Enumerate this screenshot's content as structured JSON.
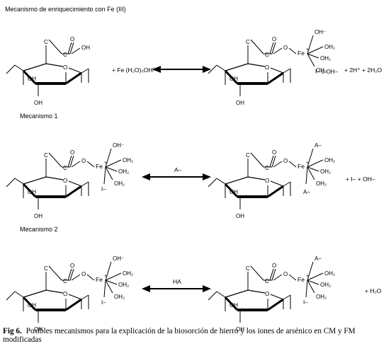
{
  "labels": {
    "c": "C",
    "o": "O",
    "oh": "OH",
    "fe": "Fe",
    "fe_charge": "+",
    "oh_minus": "OH⁻",
    "oh2": "OH₂",
    "i_minus": "I–",
    "a_minus": "A–",
    "ha": "HA"
  },
  "panels": {
    "enrichment": {
      "title": "Mecanismo de enriquecimiento con Fe (III)",
      "reagent": "+ Fe (H₂O)₅OH²⁺",
      "counterion": "I– o OH–",
      "products": "+ 2H⁺ + 2H₂O"
    },
    "mech1": {
      "title": "Mecanismo 1",
      "arrow_label": "A–",
      "products": "+ I– +   OH–"
    },
    "mech2": {
      "title": "Mecanismo 2",
      "arrow_label": "HA",
      "products": "+ H₂O"
    }
  },
  "caption": {
    "label": "Fig 6.",
    "text": "Posibles mecanismos para la explicación de la biosorción de hierro y los iones de arsénico en CM y FM modificadas"
  }
}
